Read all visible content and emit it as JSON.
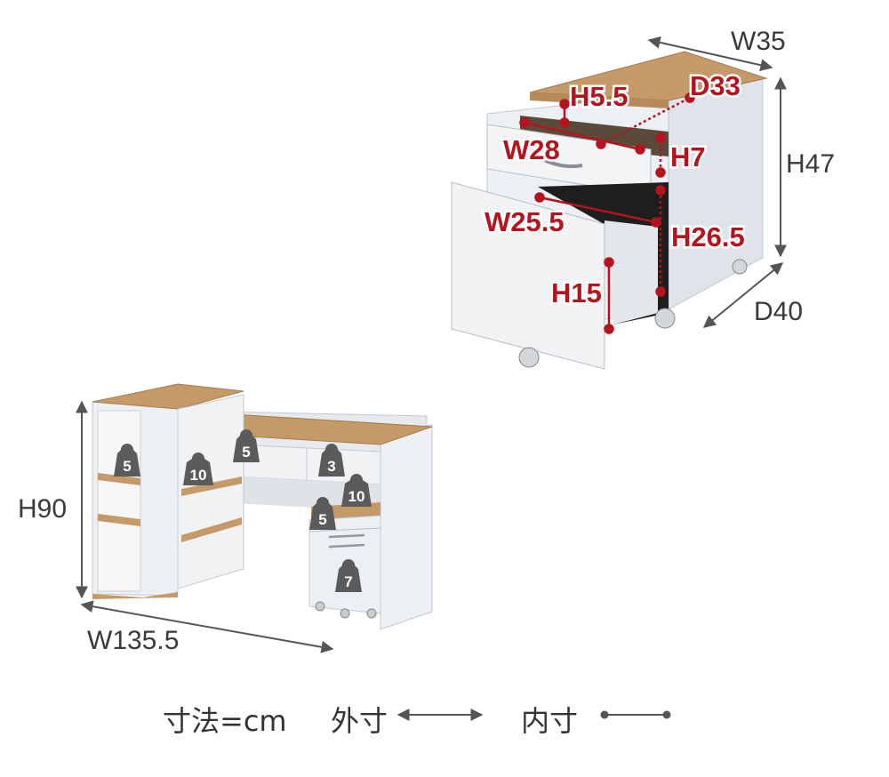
{
  "units_label": "寸法=cm",
  "legend": {
    "outer_label": "外寸",
    "inner_label": "内寸"
  },
  "wagon": {
    "outer": {
      "width": "W35",
      "height": "H47",
      "depth": "D40"
    },
    "inner": {
      "top_height": "H5.5",
      "top_depth": "D33",
      "top_width": "W28",
      "top_drawer_height": "H7",
      "bottom_width": "W25.5",
      "bottom_height": "H26.5",
      "bottom_depth_height": "H15"
    }
  },
  "desk": {
    "outer": {
      "height": "H90",
      "width": "W135.5"
    },
    "load_limits": [
      "5",
      "10",
      "5",
      "3",
      "10",
      "5",
      "7"
    ]
  },
  "colors": {
    "outer_line": "#555555",
    "inner_line": "#b5141e",
    "wood": "#c59a68",
    "panel": "#eef0f4"
  }
}
